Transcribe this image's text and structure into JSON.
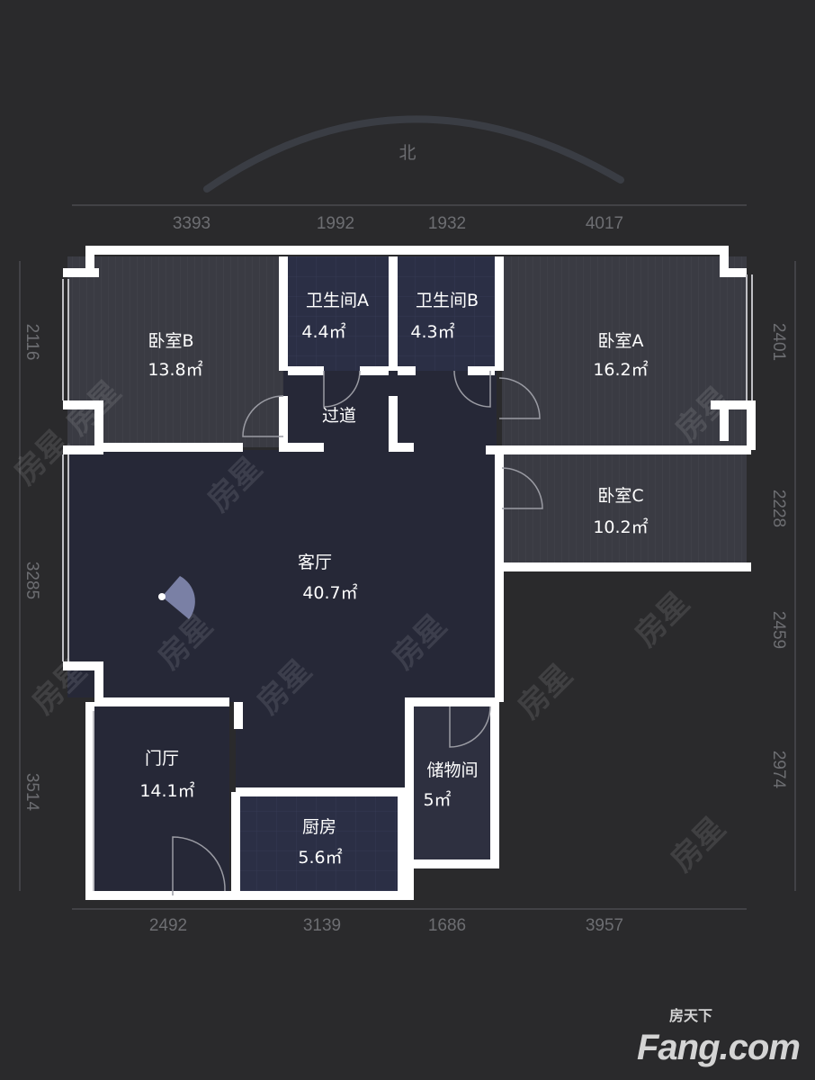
{
  "compass": {
    "label": "北"
  },
  "dimensions": {
    "top": [
      "3393",
      "1992",
      "1932",
      "4017"
    ],
    "bottom": [
      "2492",
      "3139",
      "1686",
      "3957"
    ],
    "left": [
      "2116",
      "3285",
      "3514"
    ],
    "right": [
      "2401",
      "2228",
      "2459",
      "2974"
    ]
  },
  "rooms": {
    "bedroom_b": {
      "name": "卧室B",
      "area": "13.8㎡"
    },
    "bath_a": {
      "name": "卫生间A",
      "area": "4.4㎡"
    },
    "bath_b": {
      "name": "卫生间B",
      "area": "4.3㎡"
    },
    "bedroom_a": {
      "name": "卧室A",
      "area": "16.2㎡"
    },
    "corridor": {
      "name": "过道"
    },
    "bedroom_c": {
      "name": "卧室C",
      "area": "10.2㎡"
    },
    "living": {
      "name": "客厅",
      "area": "40.7㎡"
    },
    "foyer": {
      "name": "门厅",
      "area": "14.1㎡"
    },
    "kitchen": {
      "name": "厨房",
      "area": "5.6㎡"
    },
    "storage": {
      "name": "储物间",
      "area": "5㎡"
    }
  },
  "watermark": "房星",
  "logo": {
    "cn": "房天下",
    "text": "Fang.com"
  },
  "colors": {
    "background": "#2a2a2c",
    "wall": "#ffffff",
    "bedroom": "#3a3b43",
    "bath": "#2b2f45",
    "living": "#262837"
  }
}
